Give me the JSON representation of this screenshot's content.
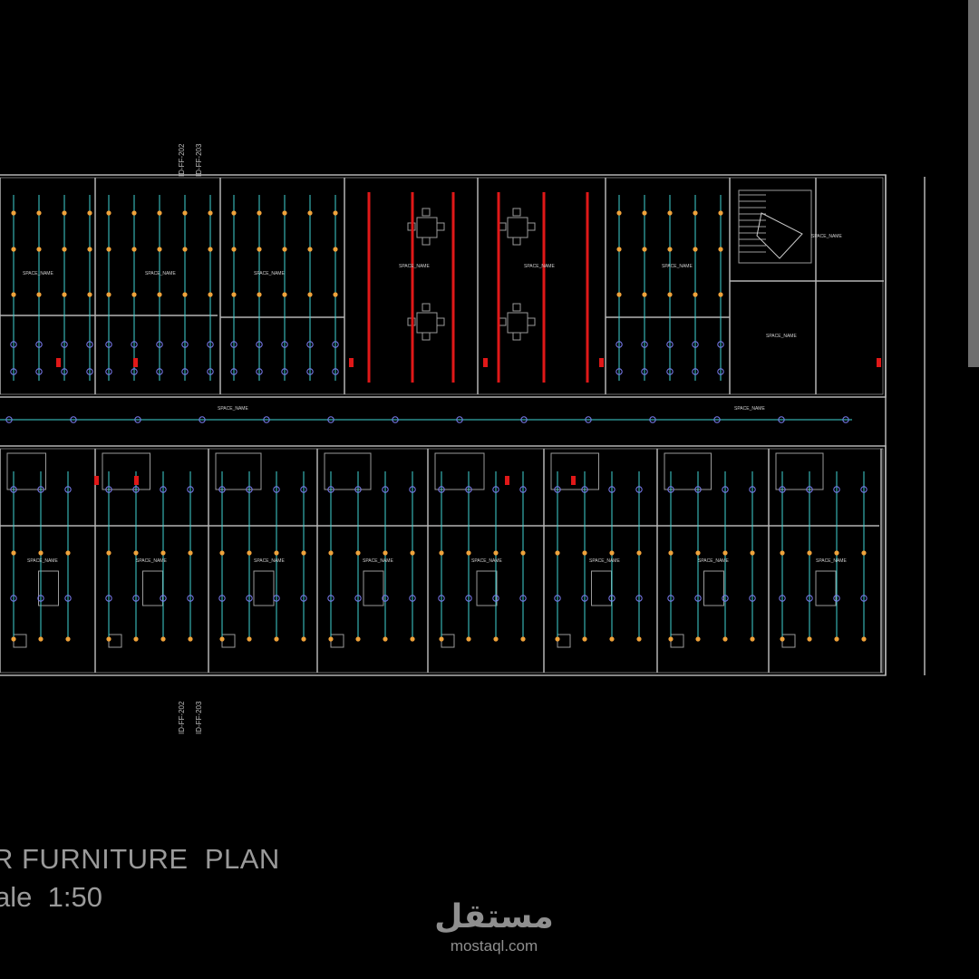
{
  "drawing": {
    "title_text": "R FURNITURE  PLAN",
    "scale_text": "ale  1:50",
    "section_refs": [
      "ID-FF-202",
      "ID-FF-203"
    ],
    "space_label": "SPACE_NAME",
    "colors": {
      "background": "#000000",
      "walls": "#b4b4b4",
      "wiring": "#3fd3d3",
      "fixture_ring": "#7a7cf0",
      "fixture_dot": "#f0a23a",
      "fire_red": "#e01818",
      "title": "#9a9a9a"
    }
  },
  "watermark": {
    "arabic": "مستقل",
    "latin": "mostaql.com"
  },
  "icons": {
    "scrollbar": "vertical-scrollbar-thumb"
  }
}
